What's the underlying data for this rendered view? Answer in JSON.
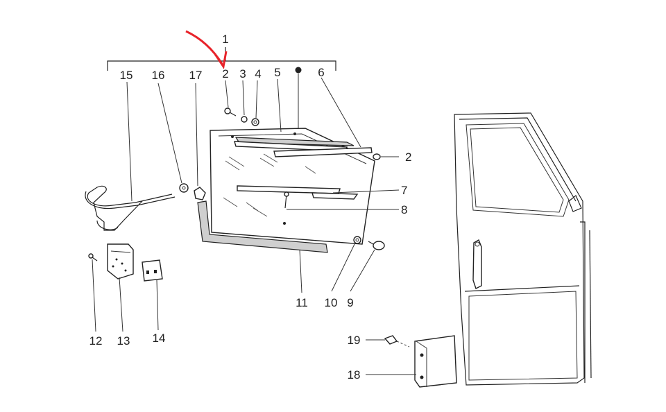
{
  "labels": {
    "l1": "1",
    "l2a": "2",
    "l2b": "2",
    "l3": "3",
    "l4": "4",
    "l5": "5",
    "l6": "6",
    "l7": "7",
    "l8": "8",
    "l9": "9",
    "l10": "10",
    "l11": "11",
    "l12": "12",
    "l13": "13",
    "l14": "14",
    "l15": "15",
    "l16": "16",
    "l17": "17",
    "l18": "18",
    "l19": "19"
  },
  "colors": {
    "ink": "#222222",
    "arrow": "#e8232a",
    "background": "#ffffff"
  }
}
